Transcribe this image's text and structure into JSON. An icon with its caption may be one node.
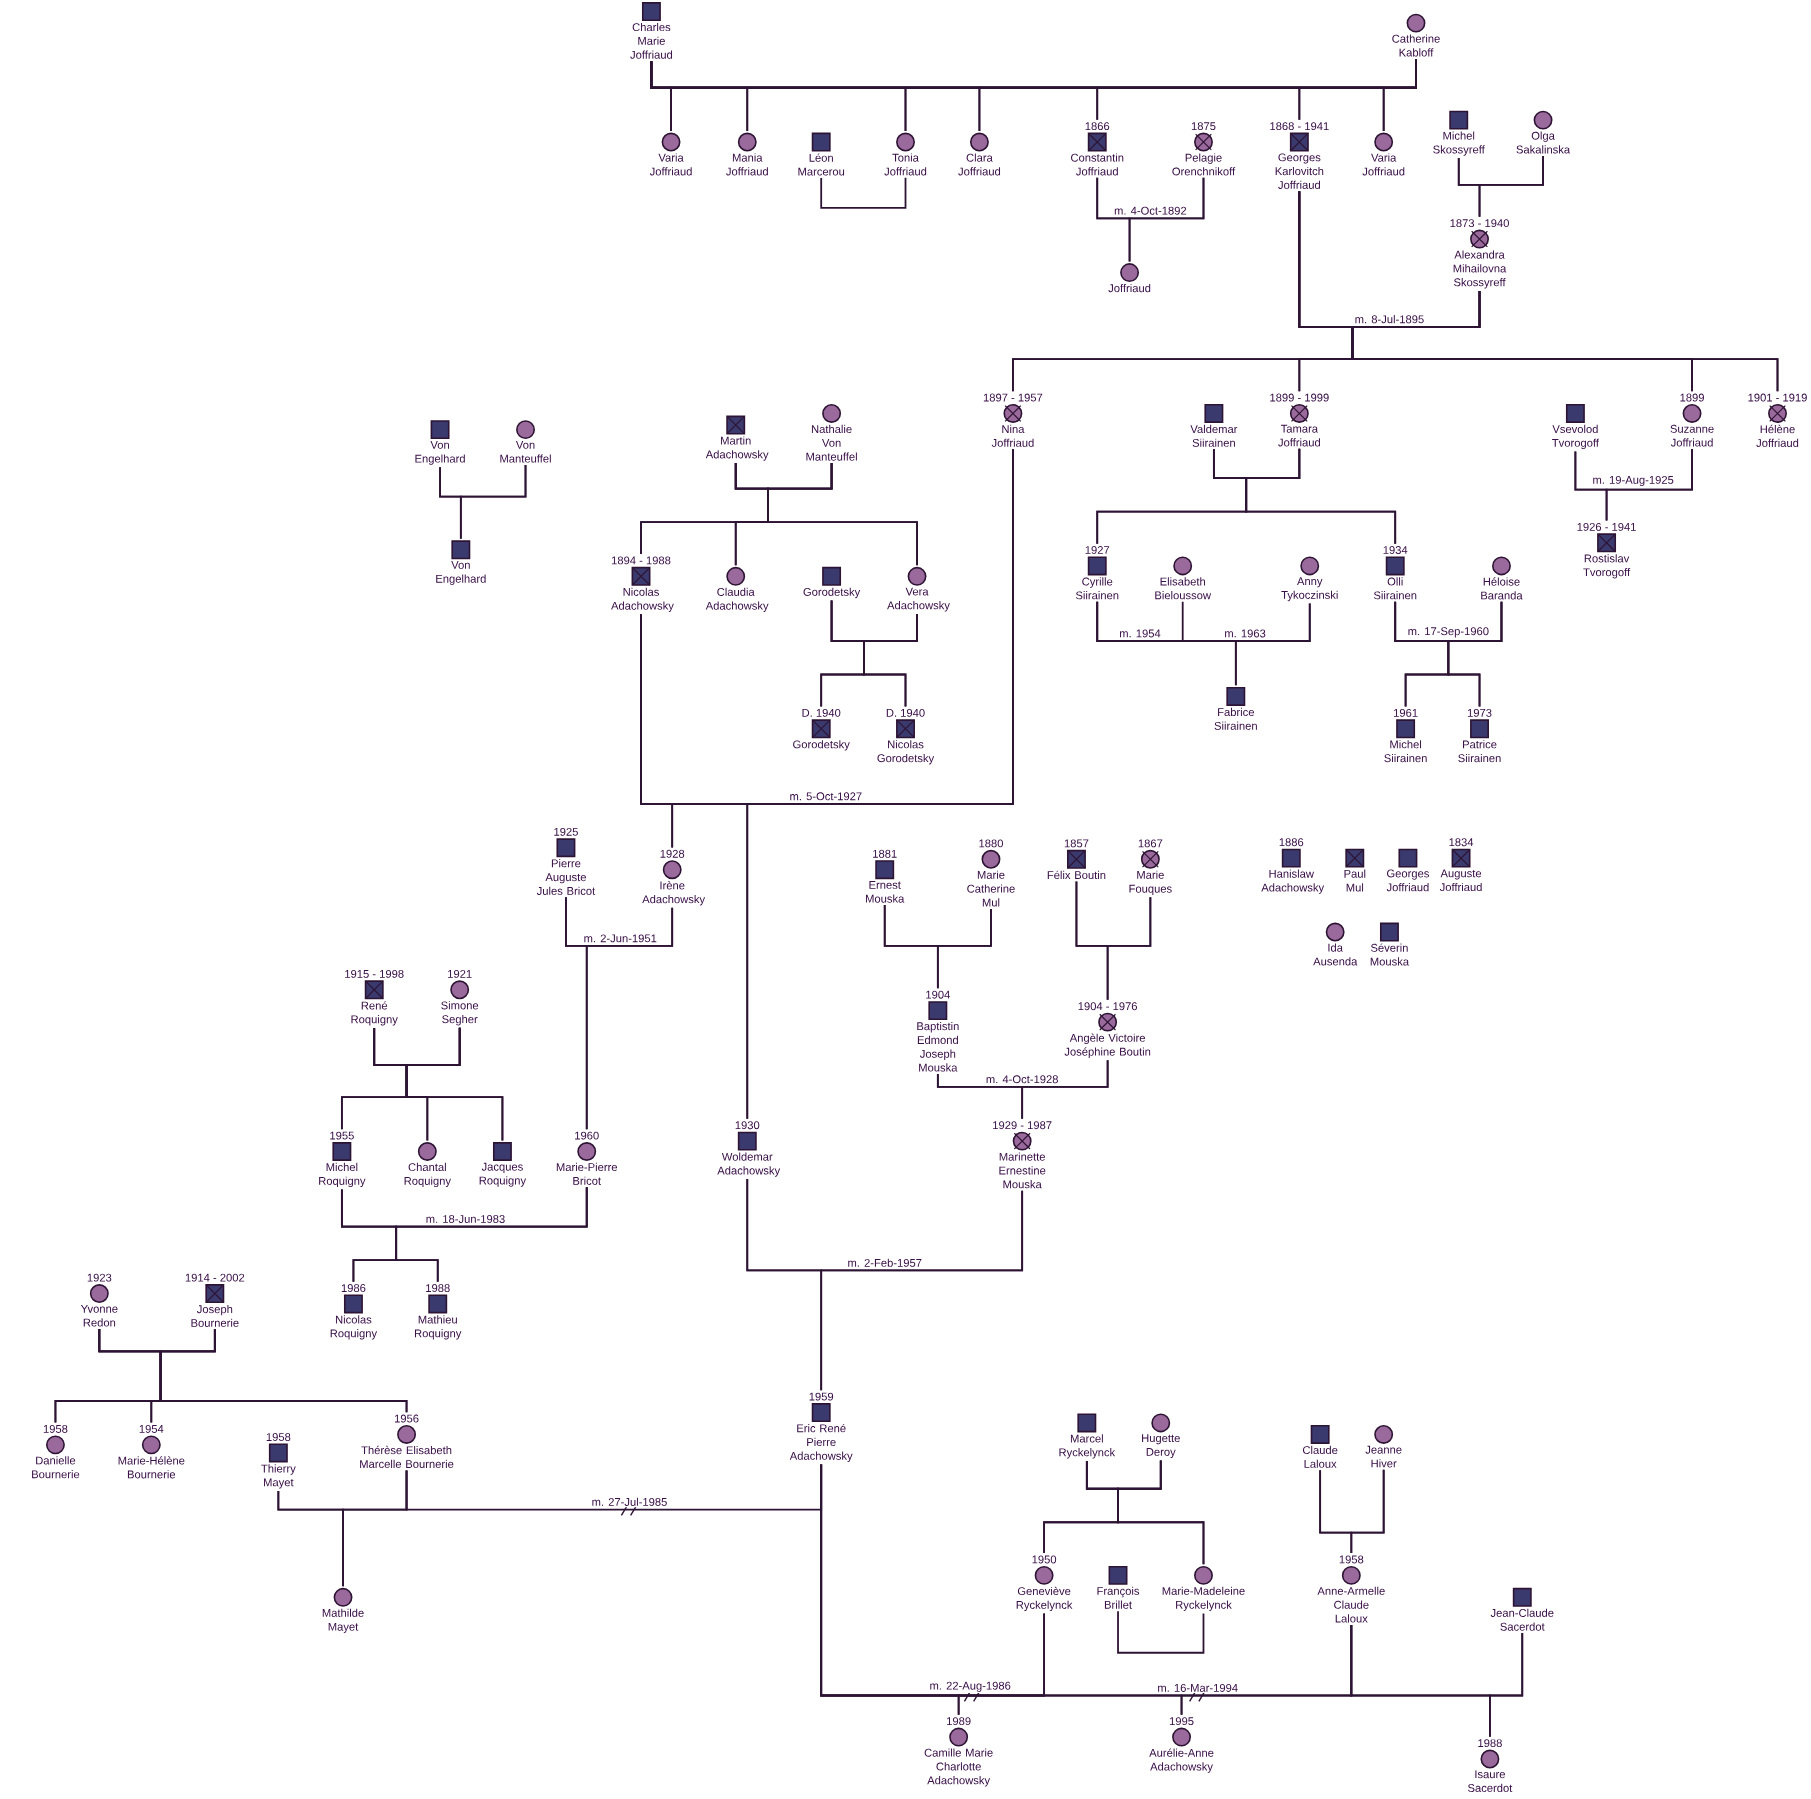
{
  "diagram": {
    "nodes": [
      {
        "text": [
          "Charles Marie Joffriaud"
        ]
      },
      {
        "text": [
          "Catherine Kabloff"
        ]
      },
      {
        "text": [
          "Varia Joffriaud"
        ]
      },
      {
        "text": [
          "Mania Joffriaud"
        ]
      },
      {
        "text": [
          "Léon Marcerou"
        ]
      },
      {
        "text": [
          "Tonia Joffriaud"
        ]
      },
      {
        "text": [
          "Clara Joffriaud"
        ]
      },
      {
        "text": [
          "Constantin Joffriaud"
        ],
        "beside": [
          "1866"
        ]
      },
      {
        "text": [
          "Pelagie Orenchnikoff"
        ],
        "beside": [
          "1875"
        ]
      },
      {
        "text": [
          "Georges Karlovitch Joffriaud"
        ],
        "beside": [
          "1868 - 1941"
        ]
      },
      {
        "text": [
          "Varia Joffriaud"
        ]
      },
      {
        "text": [
          "Michel Skossyreff"
        ]
      },
      {
        "text": [
          "Olga Sakalinska"
        ]
      },
      {
        "text": [
          "Joffriaud"
        ]
      },
      {
        "text": [
          "Alexandra Mihailovna Skossyreff"
        ],
        "beside": [
          "1873 - 1940"
        ]
      },
      {
        "text": [
          "Von Engelhard"
        ]
      },
      {
        "text": [
          "Von Manteuffel"
        ]
      },
      {
        "text": [
          "Martin Adachowsky"
        ]
      },
      {
        "text": [
          "Nathalie Von Manteuffel"
        ]
      },
      {
        "text": [
          "Nina Joffriaud"
        ],
        "beside": [
          "1897 - 1957"
        ]
      },
      {
        "text": [
          "Valdemar Siirainen"
        ]
      },
      {
        "text": [
          "Tamara Joffriaud"
        ],
        "beside": [
          "1899 - 1999"
        ]
      },
      {
        "text": [
          "Vsevolod Tvorogoff"
        ]
      },
      {
        "text": [
          "Suzanne Joffriaud"
        ],
        "beside": [
          "1899"
        ]
      },
      {
        "text": [
          "Hélène Joffriaud"
        ],
        "beside": [
          "1901 - 1919"
        ]
      },
      {
        "text": [
          "Von Engelhard"
        ]
      },
      {
        "text": [
          "Nicolas Adachowsky"
        ],
        "beside": [
          "1894 - 1988"
        ]
      },
      {
        "text": [
          "Claudia Adachowsky"
        ]
      },
      {
        "text": [
          "Gorodetsky"
        ]
      },
      {
        "text": [
          "Vera Adachowsky"
        ]
      },
      {
        "text": [
          "Cyrille Siirainen"
        ],
        "beside": [
          "1927"
        ]
      },
      {
        "text": [
          "Elisabeth Bieloussow"
        ]
      },
      {
        "text": [
          "Anny Tykoczinski"
        ]
      },
      {
        "text": [
          "Olli Siirainen"
        ],
        "beside": [
          "1934"
        ]
      },
      {
        "text": [
          "Héloise Baranda"
        ]
      },
      {
        "text": [
          "Rostislav Tvorogoff"
        ],
        "beside": [
          "1926 - 1941"
        ]
      },
      {
        "text": [
          "Gorodetsky"
        ],
        "beside": [
          "D. 1940"
        ]
      },
      {
        "text": [
          "Nicolas Gorodetsky"
        ],
        "beside": [
          "D. 1940"
        ]
      },
      {
        "text": [
          "Fabrice Siirainen"
        ]
      },
      {
        "text": [
          "Michel Siirainen"
        ],
        "beside": [
          "1961"
        ]
      },
      {
        "text": [
          "Patrice Siirainen"
        ],
        "beside": [
          "1973"
        ]
      },
      {
        "text": [
          "Pierre Auguste Jules Bricot"
        ],
        "beside": [
          "1925"
        ]
      },
      {
        "text": [
          "Irène Adachowsky"
        ],
        "beside": [
          "1928"
        ]
      },
      {
        "text": [
          "Ernest Mouska"
        ],
        "beside": [
          "1881"
        ]
      },
      {
        "text": [
          "Marie Catherine Mul"
        ],
        "beside": [
          "1880"
        ]
      },
      {
        "text": [
          "Félix Boutin"
        ],
        "beside": [
          "1857"
        ]
      },
      {
        "text": [
          "Marie Fouques"
        ],
        "beside": [
          "1867"
        ]
      },
      {
        "text": [
          "Hanislaw Adachowsky"
        ],
        "beside": [
          "1886"
        ]
      },
      {
        "text": [
          "Paul Mul"
        ]
      },
      {
        "text": [
          "Georges Joffriaud"
        ]
      },
      {
        "text": [
          "Auguste Joffriaud"
        ],
        "beside": [
          "1834"
        ]
      },
      {
        "text": [
          "Ida Ausenda"
        ]
      },
      {
        "text": [
          "Séverin Mouska"
        ]
      },
      {
        "text": [
          "René Roquigny"
        ],
        "beside": [
          "1915 - 1998"
        ]
      },
      {
        "text": [
          "Simone Segher"
        ],
        "beside": [
          "1921"
        ]
      },
      {
        "text": [
          "Baptistin Edmond Joseph Mouska"
        ],
        "beside": [
          "1904"
        ]
      },
      {
        "text": [
          "Angèle Victoire Joséphine Boutin"
        ],
        "beside": [
          "1904 - 1976"
        ]
      },
      {
        "text": [
          "Michel Roquigny"
        ],
        "beside": [
          "1955"
        ]
      },
      {
        "text": [
          "Chantal Roquigny"
        ]
      },
      {
        "text": [
          "Jacques Roquigny"
        ]
      },
      {
        "text": [
          "Marie-Pierre Bricot"
        ],
        "beside": [
          "1960"
        ]
      },
      {
        "text": [
          "Woldemar Adachowsky"
        ],
        "beside": [
          "1930"
        ]
      },
      {
        "text": [
          "Marinette Ernestine Mouska"
        ],
        "beside": [
          "1929 - 1987"
        ]
      },
      {
        "text": [
          "Nicolas Roquigny"
        ],
        "beside": [
          "1986"
        ]
      },
      {
        "text": [
          "Mathieu Roquigny"
        ],
        "beside": [
          "1988"
        ]
      },
      {
        "text": [
          "Yvonne Redon"
        ],
        "beside": [
          "1923"
        ]
      },
      {
        "text": [
          "Joseph Bournerie"
        ],
        "beside": [
          "1914 - 2002"
        ]
      },
      {
        "text": [
          "Danielle Bournerie"
        ],
        "beside": [
          "1958"
        ]
      },
      {
        "text": [
          "Marie-Hélène Bournerie"
        ],
        "beside": [
          "1954"
        ]
      },
      {
        "text": [
          "Thierry Mayet"
        ],
        "beside": [
          "1958"
        ]
      },
      {
        "text": [
          "Thérèse Elisabeth Marcelle Bournerie"
        ],
        "beside": [
          "1956"
        ]
      },
      {
        "text": [
          "Eric René Pierre Adachowsky"
        ],
        "beside": [
          "1959"
        ]
      },
      {
        "text": [
          "Marcel Ryckelynck"
        ]
      },
      {
        "text": [
          "Hugette Deroy"
        ]
      },
      {
        "text": [
          "Claude Laloux"
        ]
      },
      {
        "text": [
          "Jeanne Hiver"
        ]
      },
      {
        "text": [
          "Mathilde Mayet"
        ]
      },
      {
        "text": [
          "Geneviève Ryckelynck"
        ],
        "beside": [
          "1950"
        ]
      },
      {
        "text": [
          "François Brillet"
        ]
      },
      {
        "text": [
          "Marie-Madeleine Ryckelynck"
        ]
      },
      {
        "text": [
          "Anne-Armelle Claude Laloux"
        ],
        "beside": [
          "1958"
        ]
      },
      {
        "text": [
          "Jean-Claude Sacerdot"
        ]
      },
      {
        "text": [
          "Camille Marie Charlotte Adachowsky"
        ],
        "beside": [
          "1989"
        ]
      },
      {
        "text": [
          "Aurélie-Anne Adachowsky"
        ],
        "beside": [
          "1995"
        ]
      },
      {
        "text": [
          "Isaure Sacerdot"
        ],
        "beside": [
          "1988"
        ]
      }
    ],
    "edges": [
      {
        "from": 0,
        "to": 1,
        "arrow": "none"
      },
      {
        "from": 0,
        "to": 2,
        "arrow": "none"
      },
      {
        "from": 1,
        "to": 2,
        "arrow": "none"
      },
      {
        "from": 0,
        "to": 3,
        "arrow": "none"
      },
      {
        "from": 1,
        "to": 3,
        "arrow": "none"
      },
      {
        "from": 0,
        "to": 5,
        "arrow": "none"
      },
      {
        "from": 1,
        "to": 5,
        "arrow": "none"
      },
      {
        "from": 0,
        "to": 6,
        "arrow": "none"
      },
      {
        "from": 1,
        "to": 6,
        "arrow": "none"
      },
      {
        "from": 0,
        "to": 7,
        "arrow": "none"
      },
      {
        "from": 1,
        "to": 7,
        "arrow": "none"
      },
      {
        "from": 0,
        "to": 9,
        "arrow": "none"
      },
      {
        "from": 1,
        "to": 9,
        "arrow": "none"
      },
      {
        "from": 0,
        "to": 10,
        "arrow": "none"
      },
      {
        "from": 1,
        "to": 10,
        "arrow": "none"
      },
      {
        "from": 4,
        "to": 5,
        "arrow": "none"
      },
      {
        "from": 7,
        "to": 8,
        "arrow": "none",
        "label": "m. 4-Oct-1892"
      },
      {
        "from": 7,
        "to": 13,
        "arrow": "none"
      },
      {
        "from": 8,
        "to": 13,
        "arrow": "none"
      },
      {
        "from": 11,
        "to": 12,
        "arrow": "none"
      },
      {
        "from": 11,
        "to": 14,
        "arrow": "none"
      },
      {
        "from": 12,
        "to": 14,
        "arrow": "none"
      },
      {
        "from": 9,
        "to": 14,
        "arrow": "none",
        "label": "m. 8-Jul-1895"
      },
      {
        "from": 9,
        "to": 19,
        "arrow": "none"
      },
      {
        "from": 14,
        "to": 19,
        "arrow": "none"
      },
      {
        "from": 9,
        "to": 21,
        "arrow": "none"
      },
      {
        "from": 14,
        "to": 21,
        "arrow": "none"
      },
      {
        "from": 9,
        "to": 23,
        "arrow": "none"
      },
      {
        "from": 14,
        "to": 23,
        "arrow": "none"
      },
      {
        "from": 9,
        "to": 24,
        "arrow": "none"
      },
      {
        "from": 14,
        "to": 24,
        "arrow": "none"
      },
      {
        "from": 15,
        "to": 16,
        "arrow": "none"
      },
      {
        "from": 15,
        "to": 25,
        "arrow": "none"
      },
      {
        "from": 16,
        "to": 25,
        "arrow": "none"
      },
      {
        "from": 17,
        "to": 18,
        "arrow": "none"
      },
      {
        "from": 17,
        "to": 26,
        "arrow": "none"
      },
      {
        "from": 18,
        "to": 26,
        "arrow": "none"
      },
      {
        "from": 17,
        "to": 27,
        "arrow": "none"
      },
      {
        "from": 18,
        "to": 27,
        "arrow": "none"
      },
      {
        "from": 17,
        "to": 29,
        "arrow": "none"
      },
      {
        "from": 18,
        "to": 29,
        "arrow": "none"
      },
      {
        "from": 20,
        "to": 21,
        "arrow": "none"
      },
      {
        "from": 20,
        "to": 30,
        "arrow": "none"
      },
      {
        "from": 21,
        "to": 30,
        "arrow": "none"
      },
      {
        "from": 20,
        "to": 33,
        "arrow": "none"
      },
      {
        "from": 21,
        "to": 33,
        "arrow": "none"
      },
      {
        "from": 22,
        "to": 23,
        "arrow": "none",
        "label": "m. 19-Aug-1925"
      },
      {
        "from": 22,
        "to": 35,
        "arrow": "none"
      },
      {
        "from": 23,
        "to": 35,
        "arrow": "none"
      },
      {
        "from": 28,
        "to": 29,
        "arrow": "none"
      },
      {
        "from": 28,
        "to": 36,
        "arrow": "none"
      },
      {
        "from": 29,
        "to": 36,
        "arrow": "none"
      },
      {
        "from": 28,
        "to": 37,
        "arrow": "none"
      },
      {
        "from": 29,
        "to": 37,
        "arrow": "none"
      },
      {
        "from": 30,
        "to": 31,
        "arrow": "none",
        "label": "m. 1954"
      },
      {
        "from": 30,
        "to": 32,
        "arrow": "none",
        "label": "m. 1963"
      },
      {
        "from": 30,
        "to": 38,
        "arrow": "none"
      },
      {
        "from": 32,
        "to": 38,
        "arrow": "none"
      },
      {
        "from": 33,
        "to": 34,
        "arrow": "none",
        "label": "m. 17-Sep-1960"
      },
      {
        "from": 33,
        "to": 39,
        "arrow": "none"
      },
      {
        "from": 34,
        "to": 39,
        "arrow": "none"
      },
      {
        "from": 33,
        "to": 40,
        "arrow": "none"
      },
      {
        "from": 34,
        "to": 40,
        "arrow": "none"
      },
      {
        "from": 26,
        "to": 19,
        "arrow": "none",
        "label": "m. 5-Oct-1927"
      },
      {
        "from": 26,
        "to": 42,
        "arrow": "none"
      },
      {
        "from": 19,
        "to": 42,
        "arrow": "none"
      },
      {
        "from": 26,
        "to": 61,
        "arrow": "none"
      },
      {
        "from": 19,
        "to": 61,
        "arrow": "none"
      },
      {
        "from": 41,
        "to": 42,
        "arrow": "none",
        "label": "m. 2-Jun-1951"
      },
      {
        "from": 41,
        "to": 60,
        "arrow": "none"
      },
      {
        "from": 42,
        "to": 60,
        "arrow": "none"
      },
      {
        "from": 43,
        "to": 44,
        "arrow": "none"
      },
      {
        "from": 43,
        "to": 55,
        "arrow": "none"
      },
      {
        "from": 44,
        "to": 55,
        "arrow": "none"
      },
      {
        "from": 45,
        "to": 46,
        "arrow": "none"
      },
      {
        "from": 45,
        "to": 56,
        "arrow": "none"
      },
      {
        "from": 46,
        "to": 56,
        "arrow": "none"
      },
      {
        "from": 53,
        "to": 54,
        "arrow": "none"
      },
      {
        "from": 53,
        "to": 57,
        "arrow": "none"
      },
      {
        "from": 54,
        "to": 57,
        "arrow": "none"
      },
      {
        "from": 53,
        "to": 58,
        "arrow": "none"
      },
      {
        "from": 54,
        "to": 58,
        "arrow": "none"
      },
      {
        "from": 53,
        "to": 59,
        "arrow": "none"
      },
      {
        "from": 54,
        "to": 59,
        "arrow": "none"
      },
      {
        "from": 55,
        "to": 56,
        "arrow": "none",
        "label": "m. 4-Oct-1928"
      },
      {
        "from": 55,
        "to": 62,
        "arrow": "none"
      },
      {
        "from": 56,
        "to": 62,
        "arrow": "none"
      },
      {
        "from": 57,
        "to": 60,
        "arrow": "none",
        "label": "m. 18-Jun-1983"
      },
      {
        "from": 57,
        "to": 63,
        "arrow": "none"
      },
      {
        "from": 60,
        "to": 63,
        "arrow": "none"
      },
      {
        "from": 57,
        "to": 64,
        "arrow": "none"
      },
      {
        "from": 60,
        "to": 64,
        "arrow": "none"
      },
      {
        "from": 61,
        "to": 62,
        "arrow": "none",
        "label": "m. 2-Feb-1957"
      },
      {
        "from": 61,
        "to": 71,
        "arrow": "none"
      },
      {
        "from": 62,
        "to": 71,
        "arrow": "none"
      },
      {
        "from": 65,
        "to": 66,
        "arrow": "none"
      },
      {
        "from": 65,
        "to": 67,
        "arrow": "none"
      },
      {
        "from": 66,
        "to": 67,
        "arrow": "none"
      },
      {
        "from": 65,
        "to": 68,
        "arrow": "none"
      },
      {
        "from": 66,
        "to": 68,
        "arrow": "none"
      },
      {
        "from": 65,
        "to": 70,
        "arrow": "none"
      },
      {
        "from": 66,
        "to": 70,
        "arrow": "none"
      },
      {
        "from": 69,
        "to": 70,
        "arrow": "none"
      },
      {
        "from": 69,
        "to": 76,
        "arrow": "none"
      },
      {
        "from": 70,
        "to": 76,
        "arrow": "none"
      },
      {
        "from": 70,
        "to": 71,
        "arrow": "none",
        "label": "m. 27-Jul-1985"
      },
      {
        "from": 72,
        "to": 73,
        "arrow": "none"
      },
      {
        "from": 72,
        "to": 77,
        "arrow": "none"
      },
      {
        "from": 73,
        "to": 77,
        "arrow": "none"
      },
      {
        "from": 72,
        "to": 79,
        "arrow": "none"
      },
      {
        "from": 73,
        "to": 79,
        "arrow": "none"
      },
      {
        "from": 74,
        "to": 75,
        "arrow": "none"
      },
      {
        "from": 74,
        "to": 80,
        "arrow": "none"
      },
      {
        "from": 75,
        "to": 80,
        "arrow": "none"
      },
      {
        "from": 78,
        "to": 79,
        "arrow": "none"
      },
      {
        "from": 71,
        "to": 77,
        "arrow": "none",
        "label": "m. 22-Aug-1986"
      },
      {
        "from": 71,
        "to": 82,
        "arrow": "none"
      },
      {
        "from": 77,
        "to": 82,
        "arrow": "none"
      },
      {
        "from": 71,
        "to": 80,
        "arrow": "none",
        "label": "m. 16-Mar-1994"
      },
      {
        "from": 71,
        "to": 83,
        "arrow": "none"
      },
      {
        "from": 80,
        "to": 83,
        "arrow": "none"
      },
      {
        "from": 80,
        "to": 81,
        "arrow": "none"
      },
      {
        "from": 80,
        "to": 84,
        "arrow": "none"
      },
      {
        "from": 81,
        "to": 84,
        "arrow": "none"
      }
    ]
  }
}
